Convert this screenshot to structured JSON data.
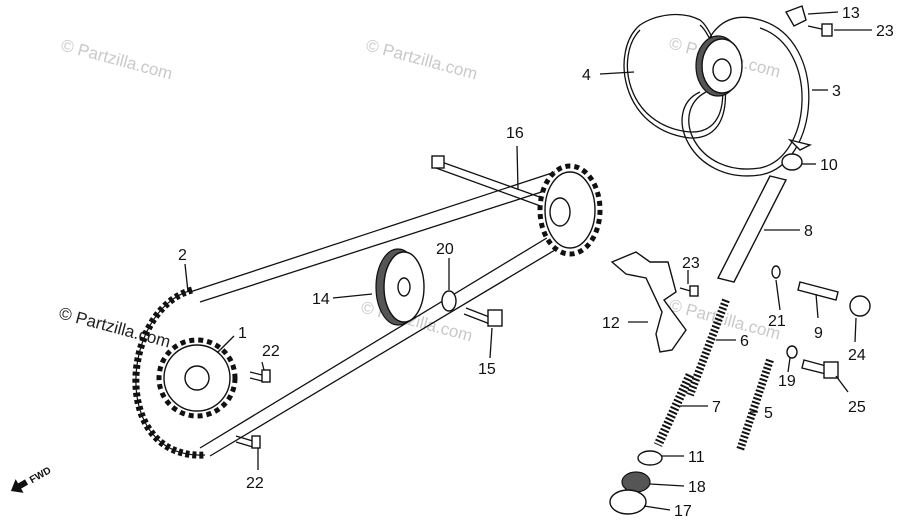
{
  "diagram": {
    "watermarks": {
      "repeating": "© Partzilla.com",
      "corner": "© Partzilla.com"
    },
    "fwd_label": "FWD",
    "callouts": [
      {
        "id": "c1",
        "label": "1"
      },
      {
        "id": "c2",
        "label": "2"
      },
      {
        "id": "c3",
        "label": "3"
      },
      {
        "id": "c4",
        "label": "4"
      },
      {
        "id": "c5",
        "label": "5"
      },
      {
        "id": "c6",
        "label": "6"
      },
      {
        "id": "c7",
        "label": "7"
      },
      {
        "id": "c8",
        "label": "8"
      },
      {
        "id": "c9",
        "label": "9"
      },
      {
        "id": "c10",
        "label": "10"
      },
      {
        "id": "c11",
        "label": "11"
      },
      {
        "id": "c12",
        "label": "12"
      },
      {
        "id": "c13",
        "label": "13"
      },
      {
        "id": "c14",
        "label": "14"
      },
      {
        "id": "c15",
        "label": "15"
      },
      {
        "id": "c16",
        "label": "16"
      },
      {
        "id": "c17",
        "label": "17"
      },
      {
        "id": "c18",
        "label": "18"
      },
      {
        "id": "c19",
        "label": "19"
      },
      {
        "id": "c20",
        "label": "20"
      },
      {
        "id": "c21",
        "label": "21"
      },
      {
        "id": "c22a",
        "label": "22"
      },
      {
        "id": "c22b",
        "label": "22"
      },
      {
        "id": "c23a",
        "label": "23"
      },
      {
        "id": "c23b",
        "label": "23"
      },
      {
        "id": "c24",
        "label": "24"
      },
      {
        "id": "c25",
        "label": "25"
      }
    ]
  }
}
